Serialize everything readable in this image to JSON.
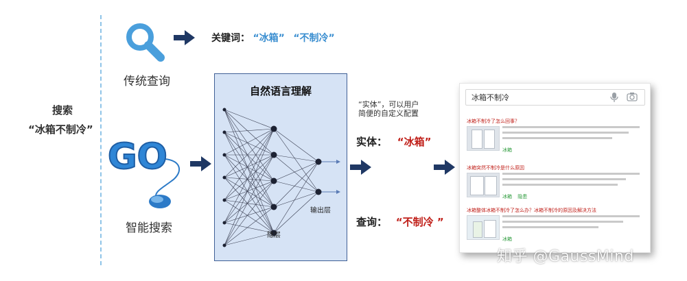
{
  "left": {
    "line1": "搜索",
    "line2": "“冰箱不制冷”"
  },
  "traditional": {
    "label": "传统查询",
    "keywords_prefix": "关键词：",
    "keyword_1": "“冰箱”",
    "keyword_2": "“不制冷”"
  },
  "smart": {
    "logo_text": "GO",
    "label": "智能搜索"
  },
  "nlp": {
    "title": "自然语言理解",
    "hidden_layer_label": "隐层",
    "output_layer_label": "输出层"
  },
  "entity": {
    "note_line1": "“实体”，可以用户",
    "note_line2": "简便的自定义配置",
    "label": "实体：",
    "value": "“冰箱”"
  },
  "query": {
    "label": "查询：",
    "value": "“不制冷 ”"
  },
  "results": {
    "search_text": "冰箱不制冷",
    "items": [
      {
        "title": "冰箱不制冷了怎么回事？",
        "tags": [
          "冰箱"
        ]
      },
      {
        "title": "冰箱突然不制冷是什么原因",
        "tags": [
          "冰箱",
          "隐患"
        ]
      },
      {
        "title": "冰箱整体冰箱不制冷了怎么办？冰箱不制冷的原因及解决方法",
        "tags": [
          "冰箱"
        ]
      }
    ]
  },
  "watermark": "知乎 @GaussMind",
  "colors": {
    "accent_blue": "#3a8ed0",
    "highlight_red": "#c0201a",
    "arrow_navy": "#1f3864",
    "nlp_bg": "#d6e3f5"
  }
}
